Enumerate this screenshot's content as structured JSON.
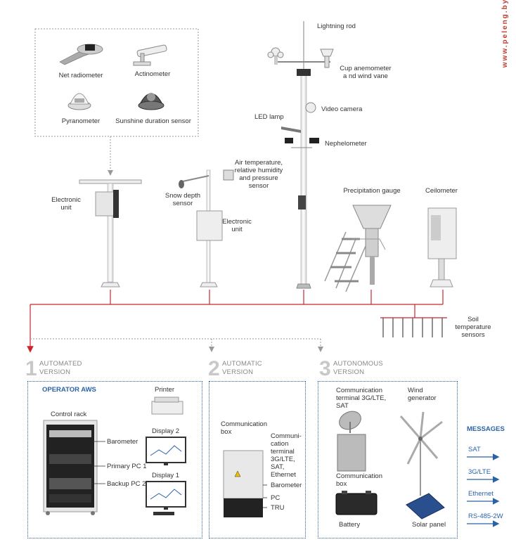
{
  "watermark": "www.peleng.by",
  "sensors_box": {
    "net_radiometer": "Net radiometer",
    "actinometer": "Actinometer",
    "pyranometer": "Pyranometer",
    "sunshine_sensor": "Sunshine duration sensor"
  },
  "mast_labels": {
    "lightning_rod": "Lightning rod",
    "cup_anemometer": "Cup anemometer a nd wind vane",
    "video_camera": "Video camera",
    "led_lamp": "LED lamp",
    "nephelometer": "Nephelometer",
    "air_temp": "Air temperature, relative humidity and pressure sensor",
    "snow_depth": "Snow depth sensor",
    "electronic_unit_1": "Electronic unit",
    "electronic_unit_2": "Electronic unit",
    "precipitation_gauge": "Precipitation gauge",
    "ceilometer": "Ceilometer",
    "soil_temp": "Soil temperature sensors"
  },
  "versions": [
    {
      "number": "1",
      "line1": "AUTOMATED",
      "line2": "VERSION"
    },
    {
      "number": "2",
      "line1": "AUTOMATIC",
      "line2": "VERSION"
    },
    {
      "number": "3",
      "line1": "AUTONOMOUS",
      "line2": "VERSION"
    }
  ],
  "box1": {
    "title": "OPERATOR AWS",
    "printer": "Printer",
    "control_rack": "Control rack",
    "display2": "Display 2",
    "display1": "Display 1",
    "barometer": "Barometer",
    "primary_pc": "Primary PC 1",
    "backup_pc": "Backup PC 2"
  },
  "box2": {
    "comm_box": "Communication box",
    "comm_terminal": "Communi- cation terminal 3G/LTE, SAT, Ethernet",
    "barometer": "Barometer",
    "pc": "PC",
    "tru": "TRU"
  },
  "box3": {
    "comm_terminal": "Communication terminal 3G/LTE, SAT",
    "wind_generator": "Wind generator",
    "comm_box": "Communication box",
    "battery": "Battery",
    "solar_panel": "Solar panel"
  },
  "messages": {
    "title": "MESSAGES",
    "items": [
      "SAT",
      "3G/LTE",
      "Ethernet",
      "RS-485-2W"
    ]
  },
  "colors": {
    "accent_red": "#c8262c",
    "accent_blue": "#2a62a8",
    "watermark": "#c0392b"
  }
}
